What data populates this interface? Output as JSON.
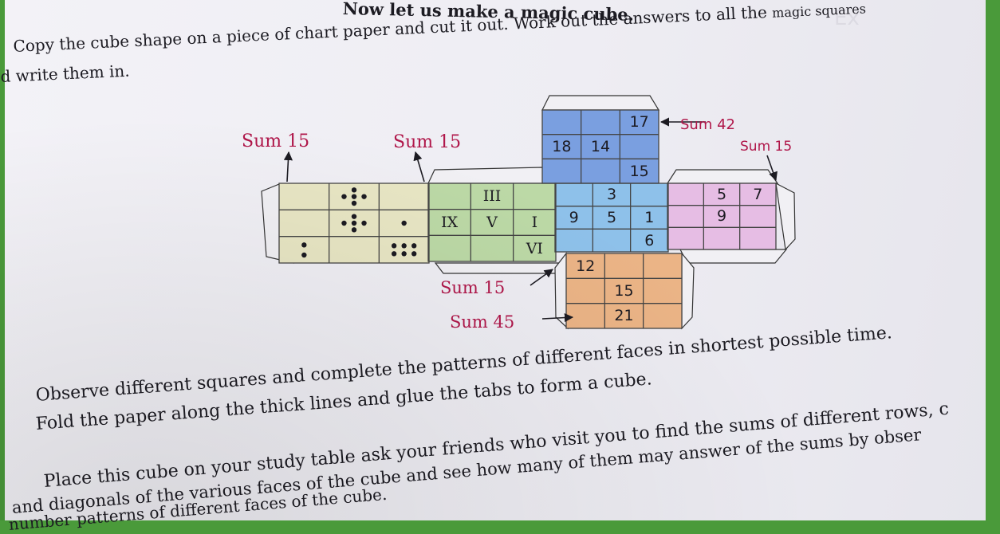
{
  "page": {
    "title": "Now let us make a magic cube.",
    "intro_line1_a": "Copy the cube shape on a piece of chart paper and cut it out. Work out the answers to all the ",
    "intro_line1_b": "magic squares",
    "intro_line2": "d write them in.",
    "observe": "Observe different squares and complete the patterns of different faces in shortest possible time.",
    "fold": "Fold the paper along the thick lines and glue the tabs to form a cube.",
    "place": "Place this cube on your study table ask your friends who visit you to find the sums of different rows, c",
    "diagonals": "and diagonals of the various faces of the cube and see how many of them may answer of the sums by obser",
    "number_patterns": "number patterns of different faces of the cube."
  },
  "cube_net": {
    "labels": {
      "top_left_face": "Sum 15",
      "second_face": "Sum 15",
      "top_face": "Sum 42",
      "right_face": "Sum 15",
      "bottom_face_upper": "Sum 15",
      "bottom_face_lower": "Sum 45"
    },
    "faces": {
      "yellow": {
        "color": "#e8e6c4",
        "dots_row1": [
          0,
          5,
          0
        ],
        "dots_row2": [
          0,
          5,
          1
        ],
        "dots_row3": [
          2,
          0,
          6
        ]
      },
      "green": {
        "color": "#bcd9a6",
        "cells": [
          "",
          "III",
          "",
          "IX",
          "V",
          "I",
          "",
          "",
          "VI"
        ]
      },
      "blue_center": {
        "color": "#8ec1ea",
        "cells": [
          "",
          "3",
          "",
          "9",
          "5",
          "1",
          "",
          "",
          "6"
        ]
      },
      "blue_top": {
        "color": "#7a9fe0",
        "cells": [
          "",
          "",
          "17",
          "18",
          "14",
          "",
          "",
          "",
          "15"
        ]
      },
      "pink": {
        "color": "#e6bde4",
        "cells": [
          "",
          "5",
          "7",
          "",
          "9",
          "",
          "",
          "",
          ""
        ]
      },
      "orange": {
        "color": "#ebb486",
        "cells": [
          "12",
          "",
          "",
          "",
          "15",
          "",
          "",
          "21",
          ""
        ]
      }
    }
  }
}
